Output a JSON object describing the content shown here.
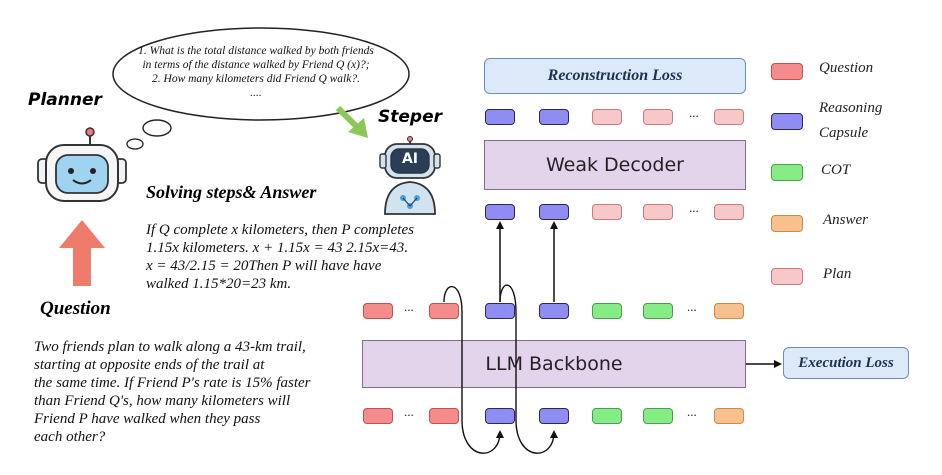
{
  "planner_label": "Planner",
  "steper_label": "Steper",
  "question_heading": "Question",
  "solving_heading": "Solving steps& Answer",
  "thought_bubble": [
    "1. What is the total distance walked by both friends",
    "in terms of the distance walked by Friend Q (x)?;",
    "2. How many kilometers did Friend Q walk?.",
    "...."
  ],
  "solving_text": [
    "If Q complete x kilometers,  then P completes",
    "1.15x  kilometers. x + 1.15x = 43  2.15x=43.",
    "x = 43/2.15 = 20Then P will have have",
    "walked  1.15*20=23 km."
  ],
  "question_text": [
    "Two friends plan to walk along a 43-km trail,",
    "starting at opposite ends of the trail at",
    "the same time. If Friend P's rate is 15% faster",
    "than Friend Q's, how many kilometers will",
    "Friend P have walked when they pass",
    "each other?"
  ],
  "ai_badge": "AI",
  "reconstruction_loss": "Reconstruction Loss",
  "weak_decoder": "Weak Decoder",
  "llm_backbone": "LLM Backbone",
  "execution_loss": "Execution Loss",
  "ellipsis": "...",
  "legend": [
    {
      "label": "Question",
      "color": "#f58c8c"
    },
    {
      "label_lines": [
        "Reasoning",
        "Capsule"
      ],
      "color": "#8f8cf2"
    },
    {
      "label": "COT",
      "color": "#86ed86"
    },
    {
      "label": "Answer",
      "color": "#f7c08c"
    },
    {
      "label": "Plan",
      "color": "#f6c8c8"
    }
  ],
  "colors": {
    "question": "#f58c8c",
    "reasoning_capsule": "#8f8cf2",
    "cot": "#86ed86",
    "answer": "#f7c08c",
    "plan": "#f6c8c8",
    "arrow_up": "#ef7b6a",
    "arrow_green": "#8cc75a",
    "robot_blue": "#9fd3f0"
  }
}
